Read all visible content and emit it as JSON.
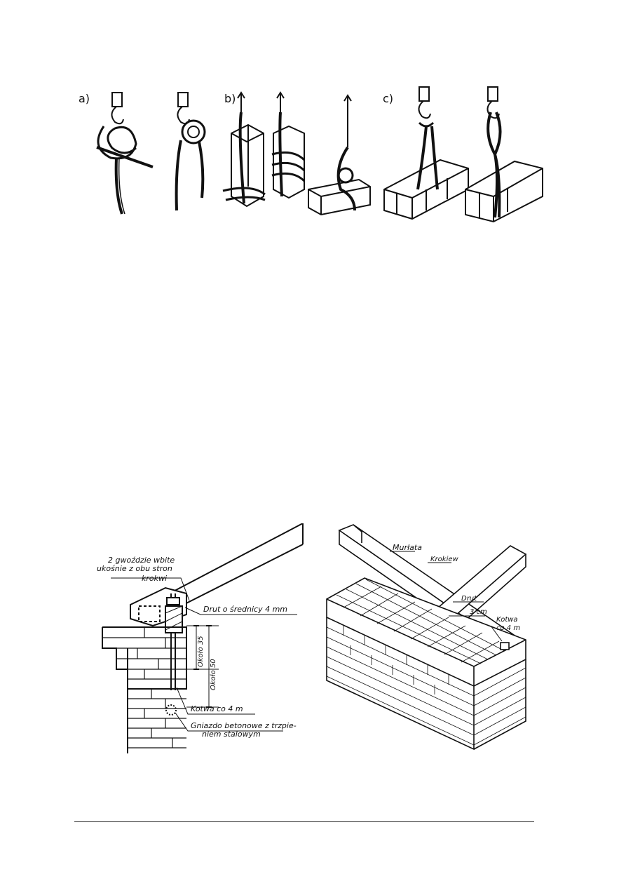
{
  "figure_top": {
    "panel_labels": [
      "a)",
      "b)",
      "c)"
    ]
  },
  "figure_left": {
    "annotations": {
      "nails_line1": "2 gwoździe wbite",
      "nails_line2": "ukośnie z obu stron",
      "nails_line3": "krokwi",
      "wire": "Drut o średnicy 4 mm",
      "dim1": "Około 35",
      "dim2": "Około 50",
      "anchor": "Kotwa co 4 m",
      "socket_line1": "Gniazdo betonowe z trzpie-",
      "socket_line2": "niem stalowym"
    }
  },
  "figure_right": {
    "annotations": {
      "wall_plate": "Murłata",
      "rafter": "Krokiew",
      "wire": "Drut",
      "depth": "3 cm",
      "anchor_line1": "Kotwa",
      "anchor_line2": "co 4 m"
    }
  }
}
